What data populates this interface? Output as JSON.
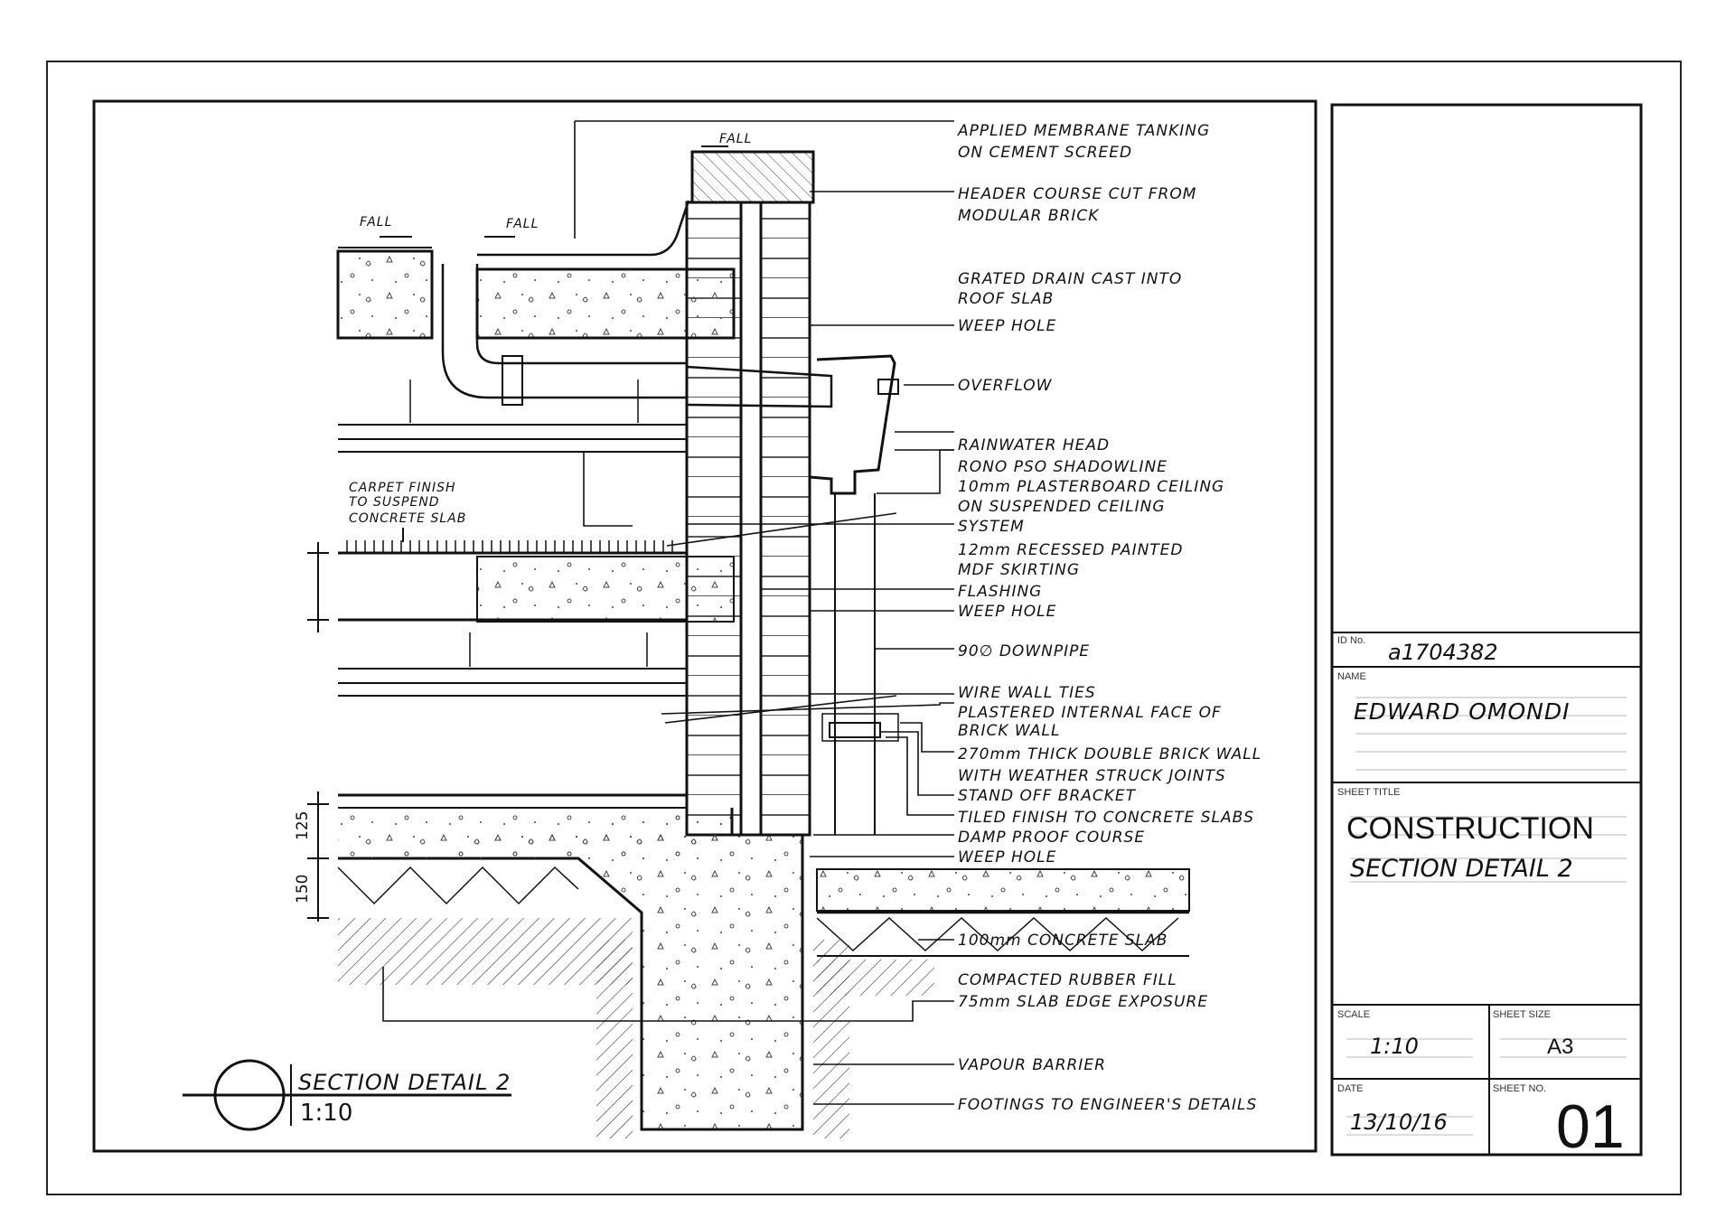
{
  "drawing": {
    "fall_labels": [
      "FALL",
      "FALL",
      "FALL"
    ],
    "left_note": [
      "CARPET FINISH",
      "TO SUSPEND",
      "CONCRETE SLAB"
    ],
    "dimensions": [
      "125",
      "150"
    ],
    "callouts": [
      "APPLIED MEMBRANE TANKING",
      "ON CEMENT SCREED",
      "HEADER COURSE CUT FROM",
      "MODULAR BRICK",
      "GRATED DRAIN CAST INTO",
      "ROOF SLAB",
      "WEEP HOLE",
      "OVERFLOW",
      "RAINWATER HEAD",
      "RONO PSO SHADOWLINE",
      "10mm PLASTERBOARD CEILING",
      "ON SUSPENDED CEILING",
      "SYSTEM",
      "12mm RECESSED PAINTED",
      "MDF SKIRTING",
      "FLASHING",
      "WEEP HOLE",
      "90∅ DOWNPIPE",
      "WIRE WALL TIES",
      "PLASTERED INTERNAL FACE OF",
      "BRICK WALL",
      "270mm THICK DOUBLE BRICK WALL",
      "WITH WEATHER STRUCK JOINTS",
      "STAND OFF BRACKET",
      "TILED FINISH TO CONCRETE SLABS",
      "DAMP PROOF COURSE",
      "WEEP HOLE",
      "100mm CONCRETE SLAB",
      "COMPACTED RUBBER FILL",
      "75mm SLAB EDGE EXPOSURE",
      "VAPOUR BARRIER",
      "FOOTINGS TO ENGINEER'S DETAILS"
    ],
    "section_title": "SECTION DETAIL 2",
    "section_scale": "1:10"
  },
  "title_block": {
    "id_label": "ID No.",
    "id_value": "a1704382",
    "name_label": "NAME",
    "name_value": "EDWARD OMONDI",
    "sheet_title_label": "SHEET TITLE",
    "sheet_title_line1": "CONSTRUCTION",
    "sheet_title_line2": "SECTION DETAIL 2",
    "scale_label": "SCALE",
    "scale_value": "1:10",
    "sheet_size_label": "SHEET SIZE",
    "sheet_size_value": "A3",
    "date_label": "DATE",
    "date_value": "13/10/16",
    "sheet_no_label": "SHEET NO.",
    "sheet_no_value": "01"
  }
}
